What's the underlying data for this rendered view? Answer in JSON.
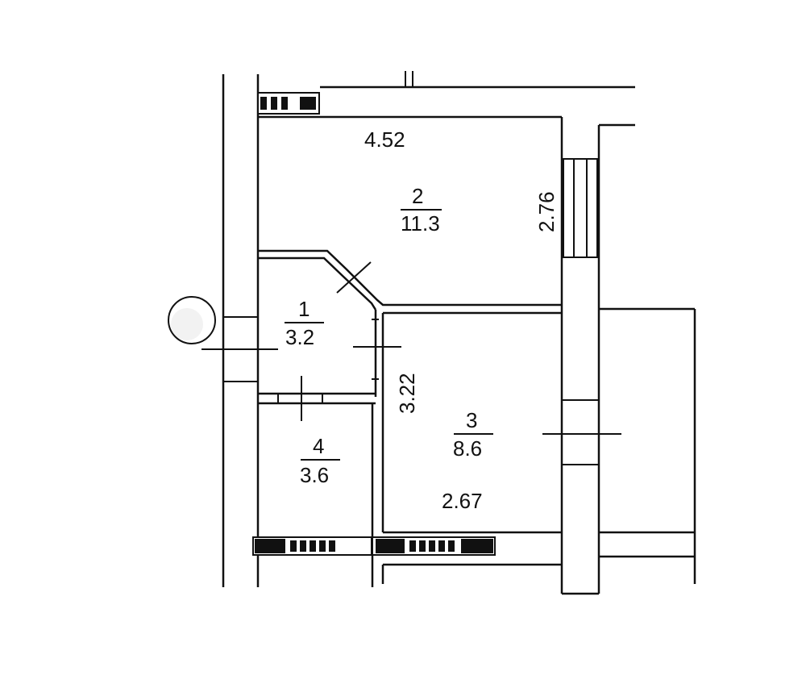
{
  "rooms": [
    {
      "number": "1",
      "area": "3.2"
    },
    {
      "number": "2",
      "area": "11.3"
    },
    {
      "number": "3",
      "area": "8.6"
    },
    {
      "number": "4",
      "area": "3.6"
    }
  ],
  "dimensions": {
    "top_width": "4.52",
    "right_height": "2.76",
    "mid_height": "3.22",
    "bottom_width": "2.67"
  }
}
